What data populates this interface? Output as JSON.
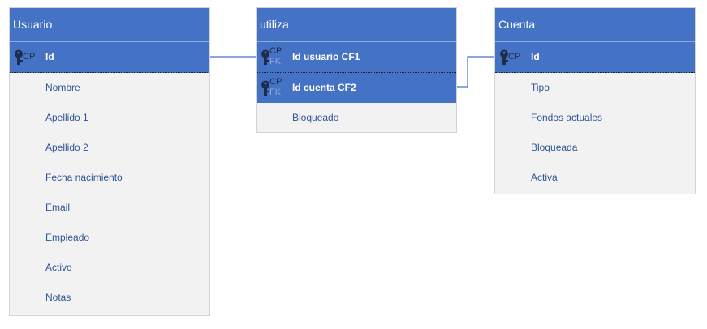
{
  "tables": {
    "usuario": {
      "title": "Usuario",
      "key": {
        "badge": "CP",
        "label": "Id"
      },
      "fields": [
        "Nombre",
        "Apellido 1",
        "Apellido 2",
        "Fecha nacimiento",
        "Email",
        "Empleado",
        "Activo",
        "Notas"
      ]
    },
    "utiliza": {
      "title": "utiliza",
      "keys": [
        {
          "badge": "CP",
          "badge2": "FK",
          "label": "Id usuario CF1"
        },
        {
          "badge": "CP",
          "badge2": "FK",
          "label": "Id cuenta CF2"
        }
      ],
      "fields": [
        "Bloqueado"
      ]
    },
    "cuenta": {
      "title": "Cuenta",
      "key": {
        "badge": "CP",
        "label": "Id"
      },
      "fields": [
        "Tipo",
        "Fondos actuales",
        "Bloqueada",
        "Activa"
      ]
    }
  },
  "colors": {
    "header": "#4472c4",
    "body": "#f2f2f2",
    "field_text": "#2f5597",
    "connector": "#4472c4"
  }
}
